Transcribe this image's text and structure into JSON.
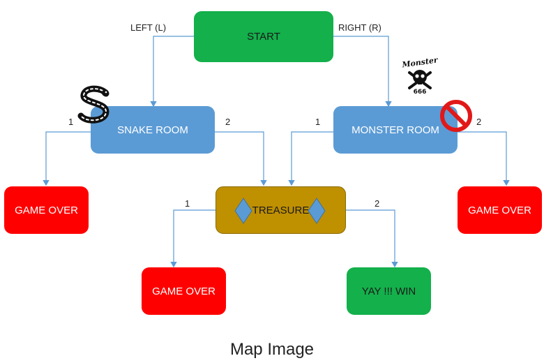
{
  "diagram": {
    "nodes": {
      "start": {
        "label": "START",
        "color": "#13b04b"
      },
      "snake_room": {
        "label": "SNAKE ROOM",
        "color": "#5b9bd5"
      },
      "monster_room": {
        "label": "MONSTER ROOM",
        "color": "#5b9bd5"
      },
      "treasure": {
        "label": "TREASURE",
        "color": "#bf9000"
      },
      "game_over_left": {
        "label": "GAME OVER",
        "color": "#ff0000"
      },
      "game_over_right": {
        "label": "GAME OVER",
        "color": "#ff0000"
      },
      "game_over_bottom": {
        "label": "GAME OVER",
        "color": "#ff0000"
      },
      "win": {
        "label": "YAY !!! WIN",
        "color": "#13b04b"
      }
    },
    "edge_labels": {
      "left": "LEFT (L)",
      "right": "RIGHT (R)",
      "snake_1": "1",
      "snake_2": "2",
      "monster_1": "1",
      "monster_2": "2",
      "treasure_1": "1",
      "treasure_2": "2"
    },
    "icons": {
      "snake": "snake-s-icon",
      "monster": "skull-crossbones-icon",
      "no_entry": "no-entry-icon",
      "gem": "diamond-icon"
    },
    "monster_badge_text": "Monster",
    "monster_badge_number": "666",
    "line_color": "#5b9bd5"
  },
  "caption": "Map Image"
}
